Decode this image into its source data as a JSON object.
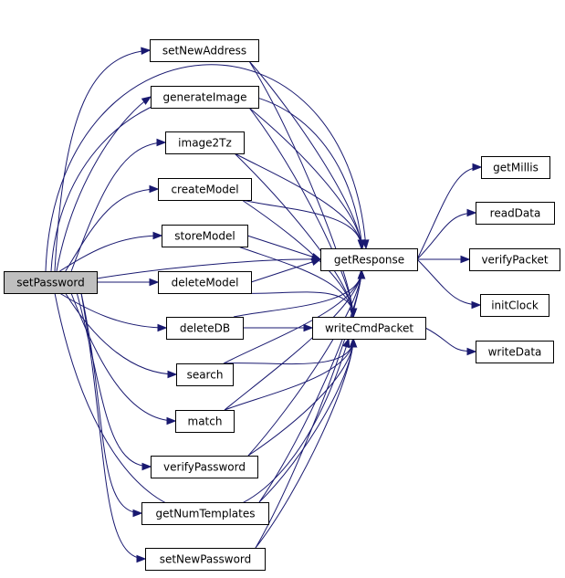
{
  "nodes": [
    {
      "id": "setPassword",
      "label": "setPassword",
      "root": true
    },
    {
      "id": "setNewAddress",
      "label": "setNewAddress"
    },
    {
      "id": "generateImage",
      "label": "generateImage"
    },
    {
      "id": "image2Tz",
      "label": "image2Tz"
    },
    {
      "id": "createModel",
      "label": "createModel"
    },
    {
      "id": "storeModel",
      "label": "storeModel"
    },
    {
      "id": "deleteModel",
      "label": "deleteModel"
    },
    {
      "id": "deleteDB",
      "label": "deleteDB"
    },
    {
      "id": "search",
      "label": "search"
    },
    {
      "id": "match",
      "label": "match"
    },
    {
      "id": "verifyPassword",
      "label": "verifyPassword"
    },
    {
      "id": "getNumTemplates",
      "label": "getNumTemplates"
    },
    {
      "id": "setNewPassword",
      "label": "setNewPassword"
    },
    {
      "id": "getResponse",
      "label": "getResponse"
    },
    {
      "id": "writeCmdPacket",
      "label": "writeCmdPacket"
    },
    {
      "id": "getMillis",
      "label": "getMillis"
    },
    {
      "id": "readData",
      "label": "readData"
    },
    {
      "id": "verifyPacket",
      "label": "verifyPacket"
    },
    {
      "id": "initClock",
      "label": "initClock"
    },
    {
      "id": "writeData",
      "label": "writeData"
    }
  ],
  "edges": [
    [
      "setPassword",
      "setNewAddress"
    ],
    [
      "setPassword",
      "generateImage"
    ],
    [
      "setPassword",
      "image2Tz"
    ],
    [
      "setPassword",
      "createModel"
    ],
    [
      "setPassword",
      "storeModel"
    ],
    [
      "setPassword",
      "deleteModel"
    ],
    [
      "setPassword",
      "deleteDB"
    ],
    [
      "setPassword",
      "search"
    ],
    [
      "setPassword",
      "match"
    ],
    [
      "setPassword",
      "verifyPassword"
    ],
    [
      "setPassword",
      "getNumTemplates"
    ],
    [
      "setPassword",
      "setNewPassword"
    ],
    [
      "setPassword",
      "getResponse"
    ],
    [
      "setPassword",
      "writeCmdPacket"
    ],
    [
      "setNewAddress",
      "getResponse"
    ],
    [
      "setNewAddress",
      "writeCmdPacket"
    ],
    [
      "generateImage",
      "getResponse"
    ],
    [
      "generateImage",
      "writeCmdPacket"
    ],
    [
      "image2Tz",
      "getResponse"
    ],
    [
      "image2Tz",
      "writeCmdPacket"
    ],
    [
      "createModel",
      "getResponse"
    ],
    [
      "createModel",
      "writeCmdPacket"
    ],
    [
      "storeModel",
      "getResponse"
    ],
    [
      "storeModel",
      "writeCmdPacket"
    ],
    [
      "deleteModel",
      "getResponse"
    ],
    [
      "deleteModel",
      "writeCmdPacket"
    ],
    [
      "deleteDB",
      "getResponse"
    ],
    [
      "deleteDB",
      "writeCmdPacket"
    ],
    [
      "search",
      "getResponse"
    ],
    [
      "search",
      "writeCmdPacket"
    ],
    [
      "match",
      "getResponse"
    ],
    [
      "match",
      "writeCmdPacket"
    ],
    [
      "verifyPassword",
      "getResponse"
    ],
    [
      "verifyPassword",
      "writeCmdPacket"
    ],
    [
      "getNumTemplates",
      "getResponse"
    ],
    [
      "getNumTemplates",
      "writeCmdPacket"
    ],
    [
      "setNewPassword",
      "getResponse"
    ],
    [
      "setNewPassword",
      "writeCmdPacket"
    ],
    [
      "getResponse",
      "getMillis"
    ],
    [
      "getResponse",
      "readData"
    ],
    [
      "getResponse",
      "verifyPacket"
    ],
    [
      "getResponse",
      "initClock"
    ],
    [
      "writeCmdPacket",
      "writeData"
    ]
  ],
  "colors": {
    "edge": "#191970",
    "root_fill": "#bfbfbf",
    "node_fill": "#ffffff"
  }
}
